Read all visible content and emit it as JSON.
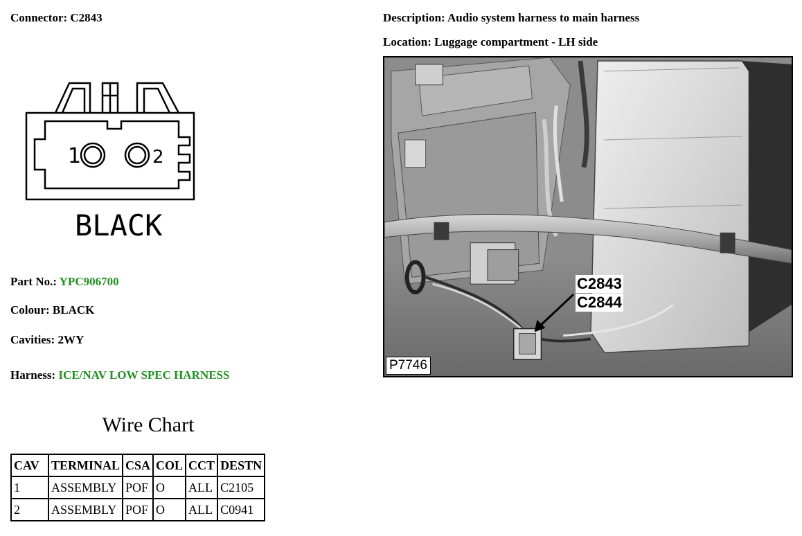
{
  "connector": {
    "label": "Connector:",
    "value": "C2843"
  },
  "description": {
    "label": "Description:",
    "value": "Audio system harness to main harness"
  },
  "location": {
    "label": "Location:",
    "value": "Luggage compartment - LH side"
  },
  "diagram": {
    "pin1": "1",
    "pin2": "2",
    "colour_text": "BLACK"
  },
  "part_no": {
    "label": "Part No.:",
    "value": "YPC906700"
  },
  "colour": {
    "label": "Colour:",
    "value": "BLACK"
  },
  "cavities": {
    "label": "Cavities:",
    "value": "2WY"
  },
  "harness": {
    "label": "Harness:",
    "value": "ICE/NAV LOW SPEC HARNESS"
  },
  "wire_chart": {
    "title": "Wire Chart",
    "headers": [
      "CAV",
      "TERMINAL",
      "CSA",
      "COL",
      "CCT",
      "DESTN"
    ],
    "rows": [
      [
        "1",
        "ASSEMBLY",
        "POF",
        "O",
        "ALL",
        "C2105"
      ],
      [
        "2",
        "ASSEMBLY",
        "POF",
        "O",
        "ALL",
        "C0941"
      ]
    ]
  },
  "photo": {
    "callout_1": "C2843",
    "callout_2": "C2844",
    "reference": "P7746"
  },
  "colors": {
    "accent_green": "#1f8f1f"
  }
}
